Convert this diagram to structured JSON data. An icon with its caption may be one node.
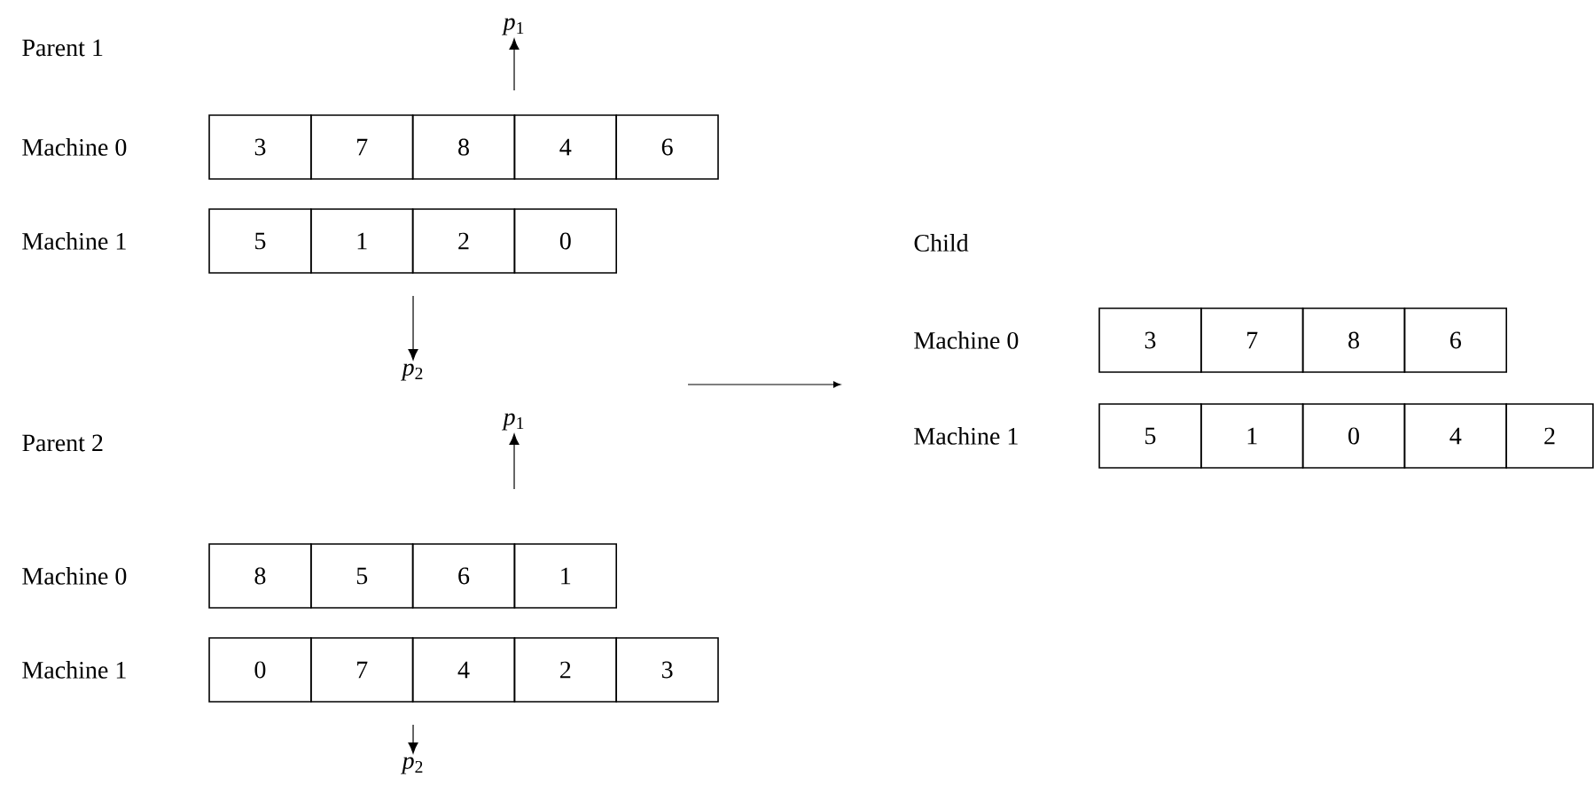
{
  "diagram": {
    "nodes": [
      {
        "text": [
          "*p*$_{1}$"
        ]
      },
      {
        "text": [
          "3"
        ]
      },
      {
        "text": [
          "7"
        ]
      },
      {
        "text": [
          "8"
        ]
      },
      {
        "text": [
          "4"
        ]
      },
      {
        "text": [
          "6"
        ]
      },
      {
        "text": [
          "5"
        ]
      },
      {
        "text": [
          "1"
        ]
      },
      {
        "text": [
          "2"
        ]
      },
      {
        "text": [
          "0"
        ]
      },
      {
        "text": [
          "*p*$_{2}$"
        ]
      },
      {
        "text": [
          "*p*$_{1}$"
        ]
      },
      {
        "text": [
          "8"
        ]
      },
      {
        "text": [
          "5"
        ]
      },
      {
        "text": [
          "6"
        ]
      },
      {
        "text": [
          "1"
        ]
      },
      {
        "text": [
          "0"
        ]
      },
      {
        "text": [
          "7"
        ]
      },
      {
        "text": [
          "4"
        ]
      },
      {
        "text": [
          "2"
        ]
      },
      {
        "text": [
          "3"
        ]
      },
      {
        "text": [
          "*p*$_{2}$"
        ]
      },
      {
        "text": [
          "3"
        ]
      },
      {
        "text": [
          "7"
        ]
      },
      {
        "text": [
          "8"
        ]
      },
      {
        "text": [
          "6"
        ]
      },
      {
        "text": [
          "5"
        ]
      },
      {
        "text": [
          "1"
        ]
      },
      {
        "text": [
          "0"
        ]
      },
      {
        "text": [
          "4"
        ]
      },
      {
        "text": [
          "2"
        ]
      }
    ],
    "edges": [
      {
        "from": null,
        "to": 0,
        "arrow": "to"
      },
      {
        "from": null,
        "to": 10,
        "arrow": "to"
      },
      {
        "from": null,
        "to": 11,
        "arrow": "to"
      },
      {
        "from": null,
        "to": 21,
        "arrow": "to"
      }
    ],
    "labels": [
      "Parent 1",
      "Machine 0",
      "Machine 1",
      "Child",
      "Machine 0",
      "Machine 1",
      "Parent 2",
      "Machine 0",
      "Machine 1"
    ]
  }
}
